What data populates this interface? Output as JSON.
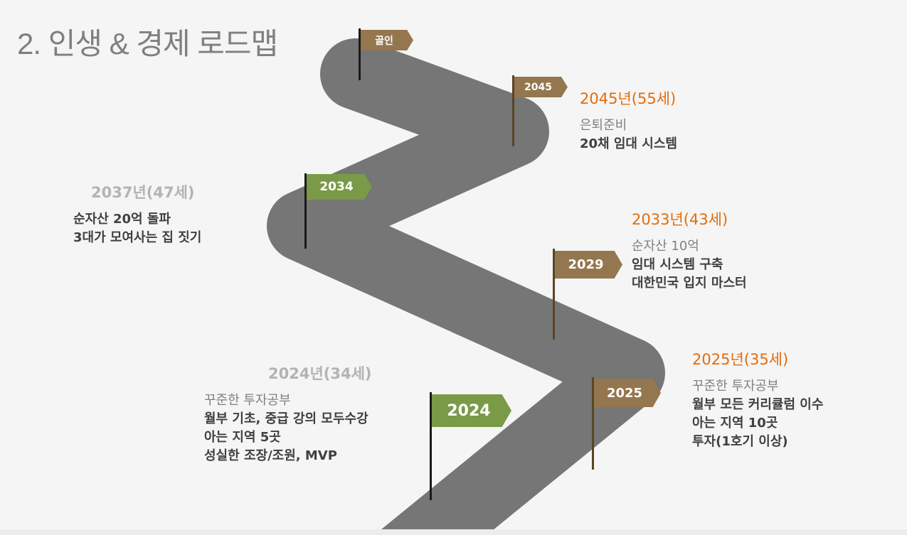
{
  "title": "2. 인생 & 경제 로드맵",
  "colors": {
    "road": "#767676",
    "brown_flag": "#94774f",
    "green_flag": "#7a9a48",
    "accent_orange": "#e46c0a"
  },
  "flags": {
    "goal": "골인",
    "f2045": "2045",
    "f2034": "2034",
    "f2029": "2029",
    "f2025": "2025",
    "f2024": "2024"
  },
  "milestones": {
    "m2045": {
      "year": "2045년(55세)",
      "lines": [
        "은퇴준비",
        "20채 임대 시스템"
      ]
    },
    "m2037": {
      "year": "2037년(47세)",
      "lines": [
        "순자산 20억 돌파",
        "3대가 모여사는 집 짓기"
      ]
    },
    "m2033": {
      "year": "2033년(43세)",
      "lines": [
        "순자산 10억",
        "임대 시스템 구축",
        "대한민국 입지 마스터"
      ]
    },
    "m2024": {
      "year": "2024년(34세)",
      "lines": [
        "꾸준한 투자공부",
        "월부 기초, 중급 강의 모두수강",
        "아는 지역 5곳",
        "성실한 조장/조원, MVP"
      ]
    },
    "m2025": {
      "year": "2025년(35세)",
      "lines": [
        "꾸준한 투자공부",
        "월부 모든 커리큘럼 이수",
        "아는 지역 10곳",
        "투자(1호기 이상)"
      ]
    }
  }
}
